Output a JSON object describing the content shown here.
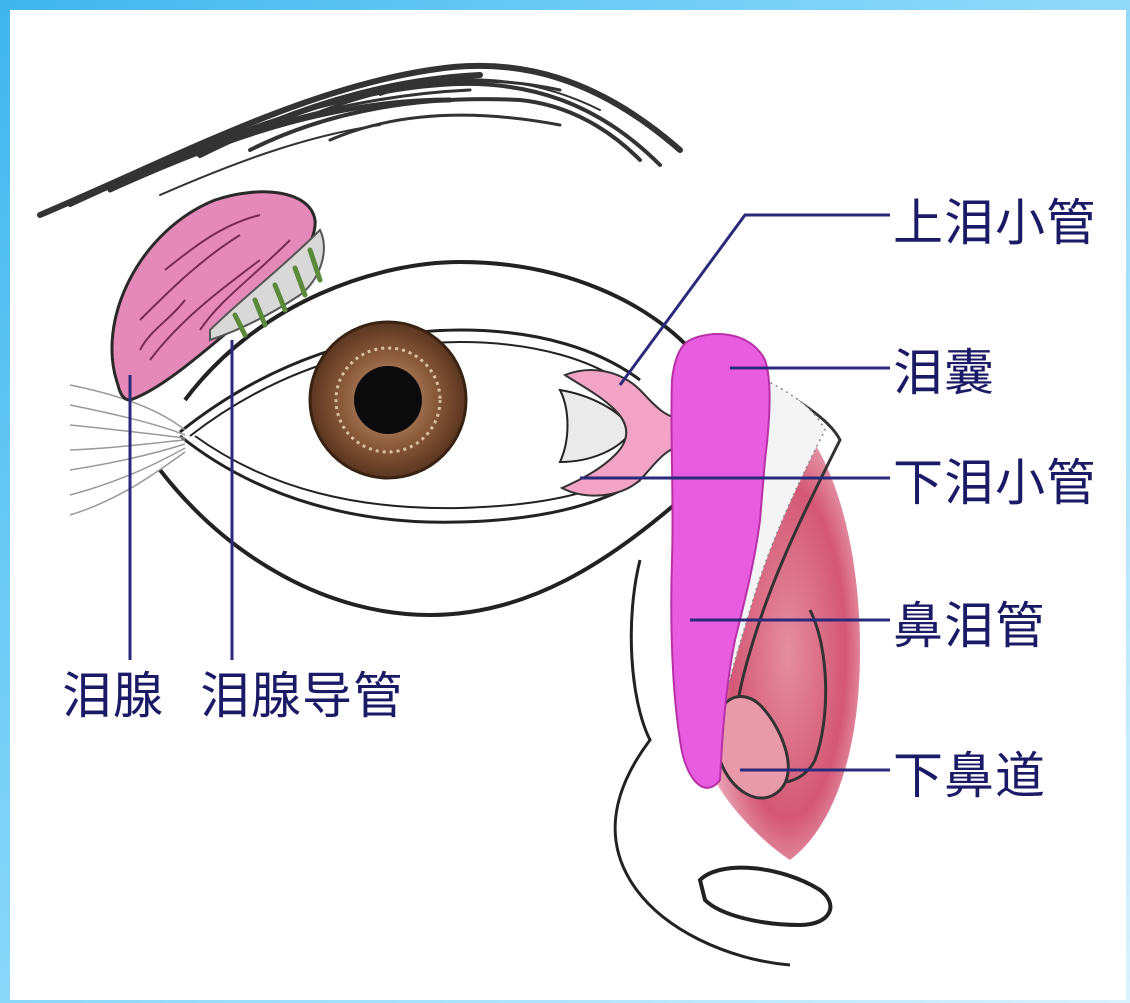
{
  "labels": {
    "upper_canaliculus": "上泪小管",
    "lacrimal_sac": "泪囊",
    "lower_canaliculus": "下泪小管",
    "nasolacrimal_duct": "鼻泪管",
    "inferior_meatus": "下鼻道",
    "lacrimal_gland": "泪腺",
    "gland_ducts": "泪腺导管"
  },
  "colors": {
    "background_blue": "#3fb6ee",
    "gland_pink": "#e58ab8",
    "sac_magenta": "#e85de0",
    "nasal_red": "#cc3a5c",
    "iris_brown": "#8a5a3a",
    "leader_line": "#2a2a7a",
    "label_text": "#1a1a66"
  }
}
